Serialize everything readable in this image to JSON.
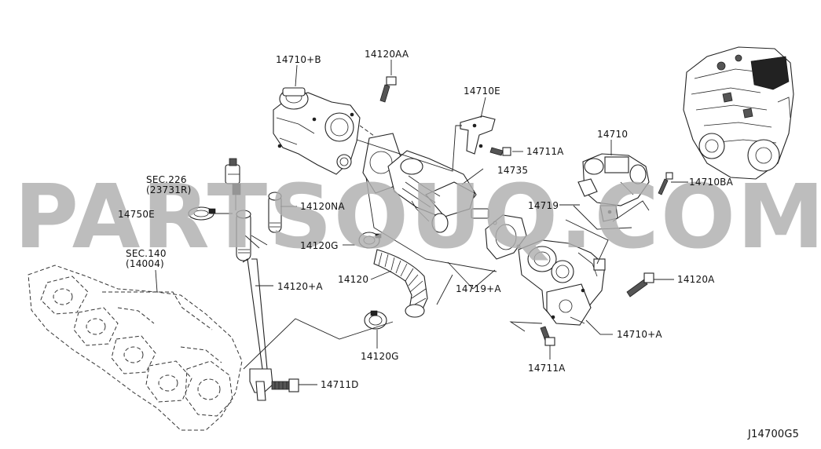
{
  "watermark": "PARTSOUQ.COM",
  "diagram_code": "J14700G5",
  "section_refs": [
    {
      "id": "sec226",
      "line1": "SEC.226",
      "line2": "(23731R)"
    },
    {
      "id": "sec140",
      "line1": "SEC.140",
      "line2": "(14004)"
    }
  ],
  "callouts": {
    "c_14710_b": "14710+B",
    "c_14120aa": "14120AA",
    "c_14710e": "14710E",
    "c_14711a_top": "14711A",
    "c_14710": "14710",
    "c_14735": "14735",
    "c_14710ba": "14710BA",
    "c_14719": "14719",
    "c_14750e": "14750E",
    "c_14120na": "14120NA",
    "c_14120g_left": "14120G",
    "c_14120": "14120",
    "c_14719_a": "14719+A",
    "c_14120_a": "14120+A",
    "c_14120a": "14120A",
    "c_14710_a": "14710+A",
    "c_14120g_bottom": "14120G",
    "c_14711a_bottom": "14711A",
    "c_14711d": "14711D"
  },
  "colors": {
    "line": "#222222",
    "watermark": "#afafaf",
    "background": "#ffffff"
  }
}
